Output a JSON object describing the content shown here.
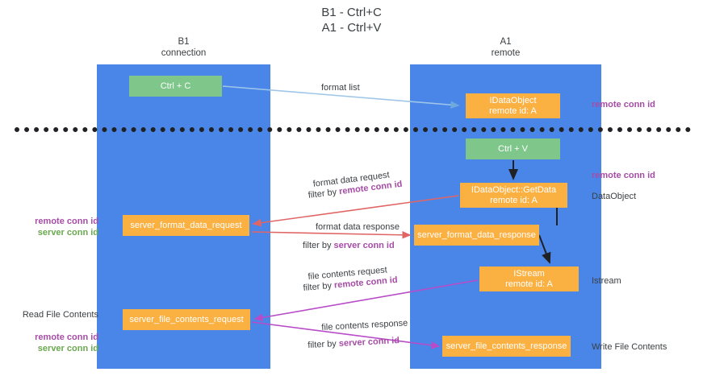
{
  "title": {
    "line1": "B1 - Ctrl+C",
    "line2": "A1 - Ctrl+V"
  },
  "lanes": [
    {
      "id": "b1",
      "name": "B1",
      "subtitle": "connection",
      "color": "#4a86e8"
    },
    {
      "id": "a1",
      "name": "A1",
      "subtitle": "remote",
      "color": "#4a86e8"
    }
  ],
  "nodes": [
    {
      "id": "ctrl-c",
      "line1": "Ctrl + C",
      "line2": "",
      "color": "#7fc68a"
    },
    {
      "id": "idataobject",
      "line1": "IDataObject",
      "line2": "remote id: A",
      "color": "#fbb042"
    },
    {
      "id": "ctrl-v",
      "line1": "Ctrl + V",
      "line2": "",
      "color": "#7fc68a"
    },
    {
      "id": "idataobject-getdata",
      "line1": "IDataObject::GetData",
      "line2": "remote id: A",
      "color": "#fbb042"
    },
    {
      "id": "server-format-data-request",
      "line1": "server_format_data_request",
      "line2": "",
      "color": "#fbb042"
    },
    {
      "id": "server-format-data-response",
      "line1": "server_format_data_response",
      "line2": "",
      "color": "#fbb042"
    },
    {
      "id": "istream",
      "line1": "IStream",
      "line2": "remote id: A",
      "color": "#fbb042"
    },
    {
      "id": "server-file-contents-request",
      "line1": "server_file_contents_request",
      "line2": "",
      "color": "#fbb042"
    },
    {
      "id": "server-file-contents-response",
      "line1": "server_file_contents_response",
      "line2": "",
      "color": "#fbb042"
    }
  ],
  "edge_labels": {
    "format_list": "format list",
    "format_data_request": "format data request",
    "filter_by_remote_conn_id_1_prefix": "filter by ",
    "filter_by_remote_conn_id_1_key": "remote conn id",
    "format_data_response": "format data response",
    "filter_by_server_conn_id_1_prefix": "filter by ",
    "filter_by_server_conn_id_1_key": "server conn id",
    "file_contents_request": "file contents request",
    "filter_by_remote_conn_id_2_prefix": "filter by ",
    "filter_by_remote_conn_id_2_key": "remote conn id",
    "file_contents_response": "file contents response",
    "filter_by_server_conn_id_2_prefix": "filter by ",
    "filter_by_server_conn_id_2_key": "server conn id"
  },
  "annotations": {
    "right_remote_conn_id_top": "remote conn id",
    "right_remote_conn_id_mid": "remote conn id",
    "right_dataobject": "DataObject",
    "right_istream": "Istream",
    "right_write_file_contents": "Write File Contents",
    "left_mid_remote": "remote conn id",
    "left_mid_server": "server conn id",
    "left_read_file_contents": "Read File Contents",
    "left_bottom_remote": "remote conn id",
    "left_bottom_server": "server conn id"
  },
  "colors": {
    "lane_blue": "#4a86e8",
    "node_green": "#7fc68a",
    "node_orange": "#fbb042",
    "remote_purple": "#a64ca6",
    "server_green": "#6aa84f",
    "edge_blue": "#9fc5e8",
    "edge_red": "#e06666",
    "edge_purple": "#b84cc8",
    "edge_black": "#202124",
    "divider": "#202124",
    "text": "#3c4043"
  }
}
